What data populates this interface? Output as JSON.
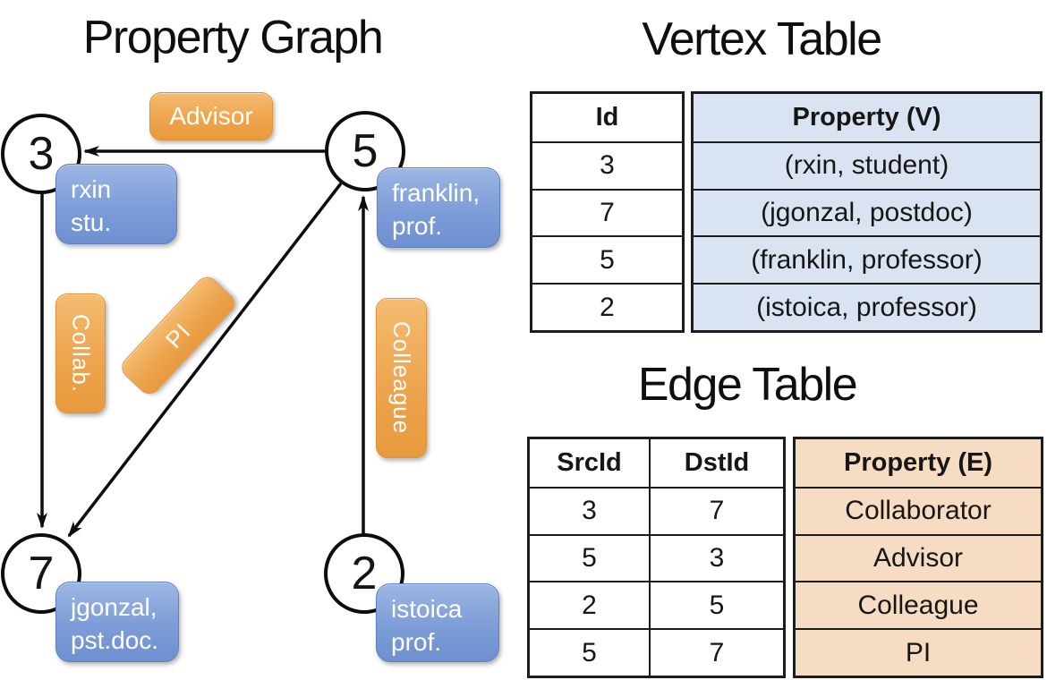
{
  "graph": {
    "title": "Property Graph",
    "nodes": {
      "n3": "3",
      "n5": "5",
      "n7": "7",
      "n2": "2"
    },
    "vertex_labels": {
      "rxin": {
        "line1": "rxin",
        "line2": "stu."
      },
      "franklin": {
        "line1": "franklin,",
        "line2": "prof."
      },
      "jgonzal": {
        "line1": "jgonzal,",
        "line2": "pst.doc."
      },
      "istoica": {
        "line1": "istoica",
        "line2": "prof."
      }
    },
    "edge_labels": {
      "advisor": "Advisor",
      "collab": "Collab.",
      "pi": "PI",
      "colleague": "Colleague"
    }
  },
  "vertex_table": {
    "title": "Vertex Table",
    "headers": {
      "id": "Id",
      "property": "Property (V)"
    },
    "rows": [
      {
        "id": "3",
        "property": "(rxin, student)"
      },
      {
        "id": "7",
        "property": "(jgonzal, postdoc)"
      },
      {
        "id": "5",
        "property": "(franklin, professor)"
      },
      {
        "id": "2",
        "property": "(istoica, professor)"
      }
    ]
  },
  "edge_table": {
    "title": "Edge Table",
    "headers": {
      "src": "SrcId",
      "dst": "DstId",
      "property": "Property (E)"
    },
    "rows": [
      {
        "src": "3",
        "dst": "7",
        "property": "Collaborator"
      },
      {
        "src": "5",
        "dst": "3",
        "property": "Advisor"
      },
      {
        "src": "2",
        "dst": "5",
        "property": "Colleague"
      },
      {
        "src": "5",
        "dst": "7",
        "property": "PI"
      }
    ]
  },
  "colors": {
    "node_fill": "#ffffff",
    "line_stroke": "#0d0d0d",
    "vertex_box": "#7d9dd8",
    "edge_box": "#eda54f",
    "vertex_table_fill": "#dae3f2",
    "edge_table_fill": "#f6dcc2"
  }
}
